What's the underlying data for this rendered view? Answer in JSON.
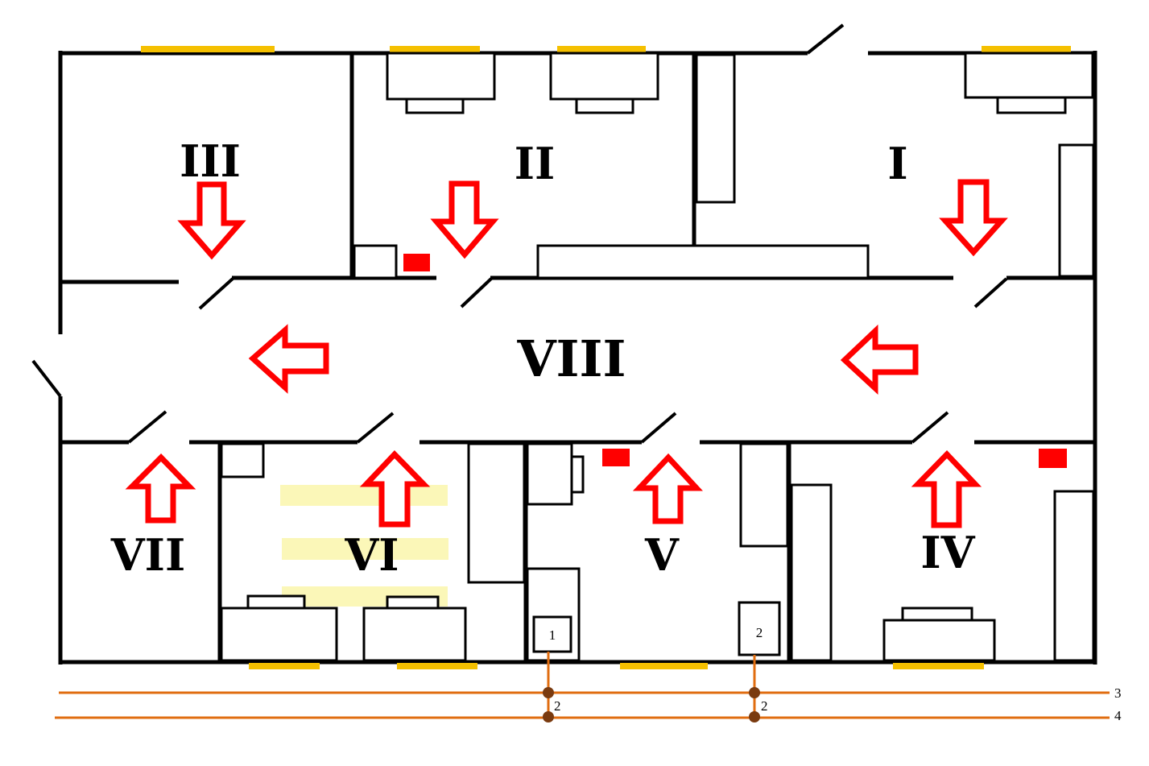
{
  "rooms": {
    "r1": "I",
    "r2": "II",
    "r3": "III",
    "r4": "IV",
    "r5": "V",
    "r6": "VI",
    "r7": "VII",
    "r8": "VIII"
  },
  "labels": {
    "meter_left": "1",
    "meter_right": "2",
    "node_left": "2",
    "node_right": "2",
    "pipe_top": "3",
    "pipe_bottom": "4"
  },
  "colors": {
    "window": "#f5c000",
    "arrow": "#ff0000",
    "alarm": "#ff0000",
    "pipe": "#e06d10",
    "pipe_node": "#7a3b10",
    "highlight": "#fbf7b8"
  }
}
